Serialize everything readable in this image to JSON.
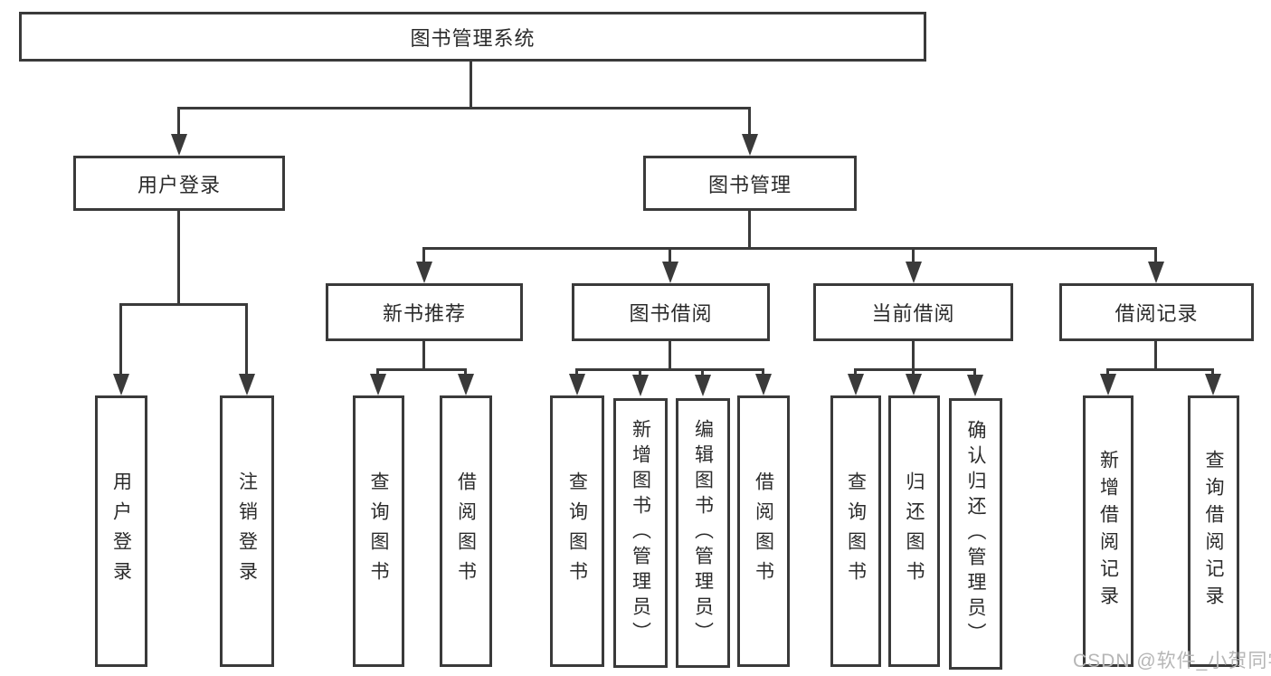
{
  "tree": {
    "root": {
      "label": "图书管理系统"
    },
    "branches": [
      {
        "label": "用户登录",
        "children": [
          {
            "label": "用户登录"
          },
          {
            "label": "注销登录"
          }
        ]
      },
      {
        "label": "图书管理",
        "children": [
          {
            "label": "新书推荐",
            "children": [
              {
                "label": "查询图书"
              },
              {
                "label": "借阅图书"
              }
            ]
          },
          {
            "label": "图书借阅",
            "children": [
              {
                "label": "查询图书"
              },
              {
                "label": "新增图书（管理员）"
              },
              {
                "label": "编辑图书（管理员）"
              },
              {
                "label": "借阅图书"
              }
            ]
          },
          {
            "label": "当前借阅",
            "children": [
              {
                "label": "查询图书"
              },
              {
                "label": "归还图书"
              },
              {
                "label": "确认归还（管理员）"
              }
            ]
          },
          {
            "label": "借阅记录",
            "children": [
              {
                "label": "新增借阅记录"
              },
              {
                "label": "查询借阅记录"
              }
            ]
          }
        ]
      }
    ]
  },
  "watermark": {
    "text": "CSDN @软件_小贺同学"
  },
  "colors": {
    "line": "#3a3a3a",
    "text": "#2b2b2b",
    "watermark": "#b6b6b6",
    "background": "#ffffff"
  }
}
